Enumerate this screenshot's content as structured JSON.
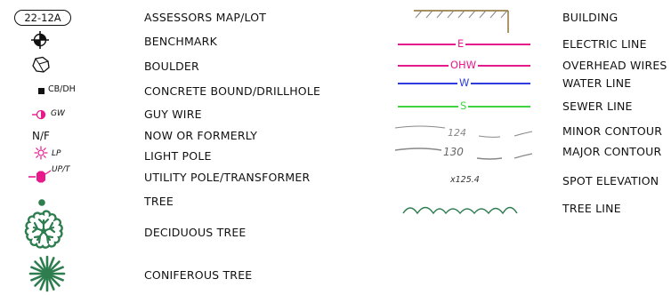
{
  "left_legend": {
    "map_lot": {
      "tag": "22-12A",
      "label": "ASSESSORS MAP/LOT"
    },
    "benchmark": {
      "label": "BENCHMARK"
    },
    "boulder": {
      "label": "BOULDER"
    },
    "concrete_bound": {
      "tag": "CB/DH",
      "label": "CONCRETE BOUND/DRILLHOLE"
    },
    "guy_wire": {
      "tag": "GW",
      "label": "GUY WIRE"
    },
    "now_formerly": {
      "tag": "N/F",
      "label": "NOW OR FORMERLY"
    },
    "light_pole": {
      "tag": "LP",
      "label": "LIGHT POLE"
    },
    "utility_pole": {
      "tag": "UP/T",
      "label": "UTILITY POLE/TRANSFORMER"
    },
    "tree": {
      "label": "TREE"
    },
    "deciduous_tree": {
      "label": "DECIDUOUS TREE"
    },
    "coniferous_tree": {
      "label": "CONIFEROUS TREE"
    }
  },
  "right_legend": {
    "building": {
      "label": "BUILDING"
    },
    "electric_line": {
      "tag": "E",
      "label": "ELECTRIC LINE"
    },
    "overhead_wires": {
      "tag": "OHW",
      "label": "OVERHEAD WIRES"
    },
    "water_line": {
      "tag": "W",
      "label": "WATER LINE"
    },
    "sewer_line": {
      "tag": "S",
      "label": "SEWER LINE"
    },
    "minor_contour": {
      "tag": "124",
      "label": "MINOR CONTOUR"
    },
    "major_contour": {
      "tag": "130",
      "label": "MAJOR CONTOUR"
    },
    "spot_elevation": {
      "tag": "x125.4",
      "label": "SPOT ELEVATION"
    },
    "tree_line": {
      "label": "TREE LINE"
    }
  },
  "colors": {
    "ink": "#111111",
    "magenta": "#e8198b",
    "blue": "#2d3cdc",
    "green": "#3ed43e",
    "tree_green": "#2e7d4f",
    "building_brown": "#8a6a2a",
    "contour_gray": "#888888"
  }
}
